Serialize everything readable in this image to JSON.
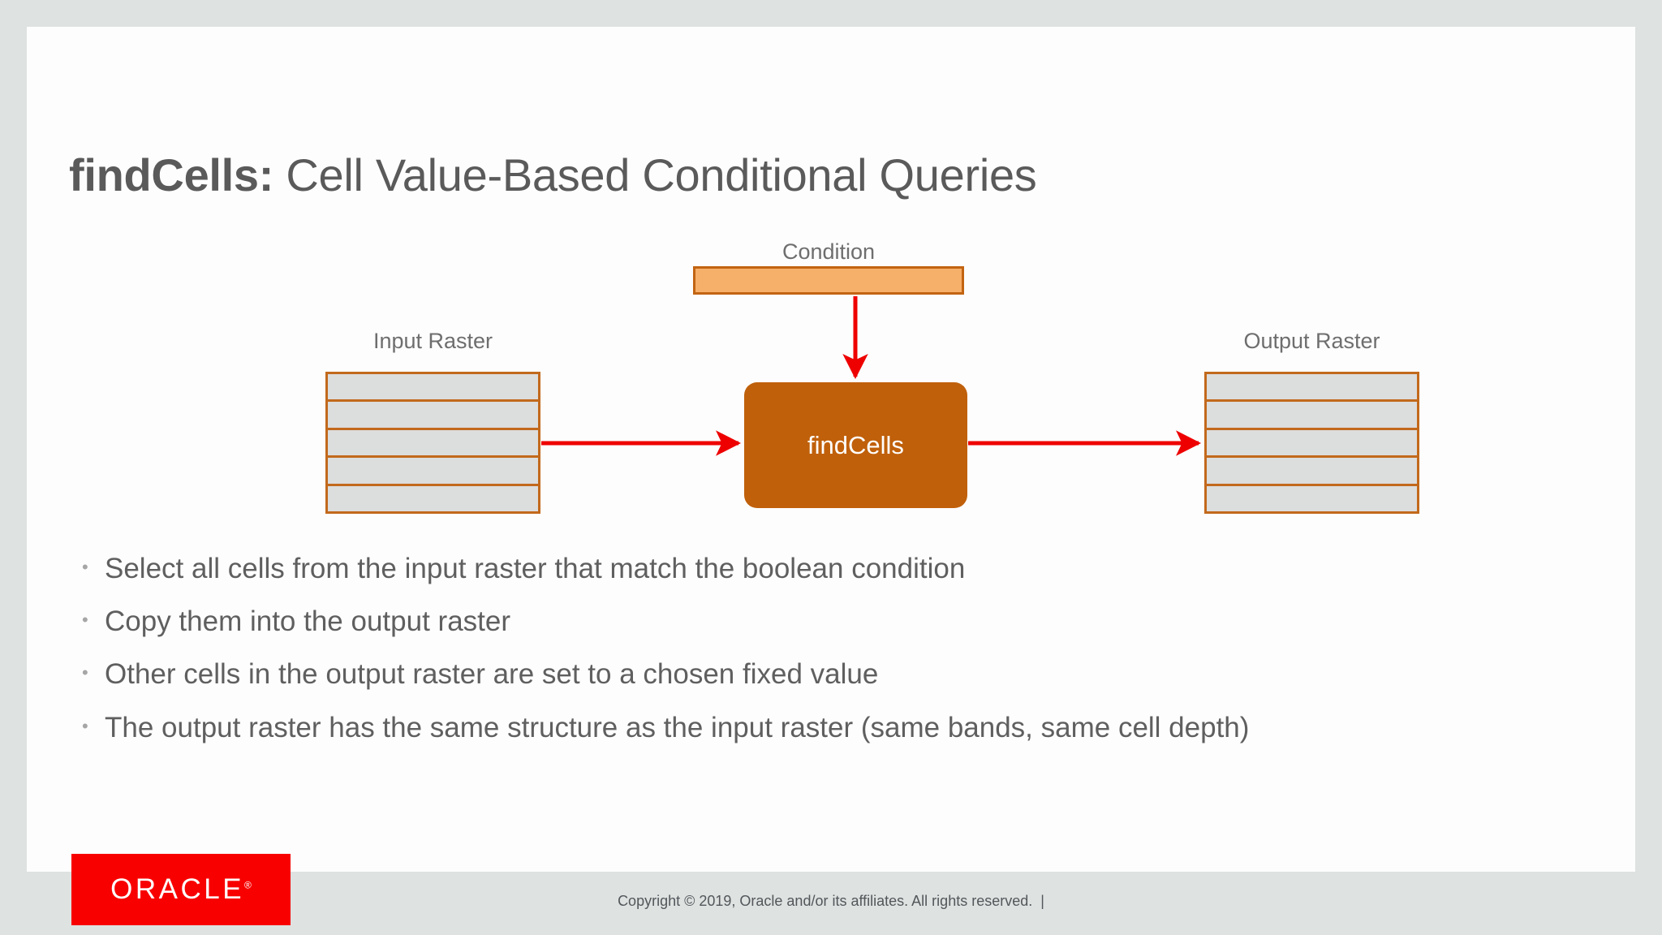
{
  "slide": {
    "title_strong": "findCells:",
    "title_rest": " Cell Value-Based Conditional Queries",
    "background_color": "#dee2e1",
    "surface_color": "#fdfdfd"
  },
  "diagram": {
    "condition_label": "Condition",
    "input_label": "Input Raster",
    "output_label": "Output Raster",
    "process_label": "findCells",
    "input_band_count": 5,
    "output_band_count": 5,
    "colors": {
      "arrow": "#ee0000",
      "process_fill": "#c0600b",
      "raster_border": "#c2691c",
      "raster_band_fill": "#dcdddd",
      "condition_fill": "#f7b06a",
      "condition_border": "#c26412"
    }
  },
  "bullets": [
    {
      "marker": "•",
      "text": "Select all cells from the input raster that match the boolean condition"
    },
    {
      "marker": "•",
      "text": "Copy them into the output raster"
    },
    {
      "marker": "•",
      "text": "Other cells in the output raster are set to a chosen fixed value"
    },
    {
      "marker": "•",
      "text": "The output raster has the same structure as the input raster (same bands, same cell depth)"
    }
  ],
  "footer": {
    "logo_text": "ORACLE",
    "logo_reg": "®",
    "logo_color": "#f80000",
    "copyright": "Copyright © 2019, Oracle and/or its affiliates. All rights reserved.  |"
  }
}
